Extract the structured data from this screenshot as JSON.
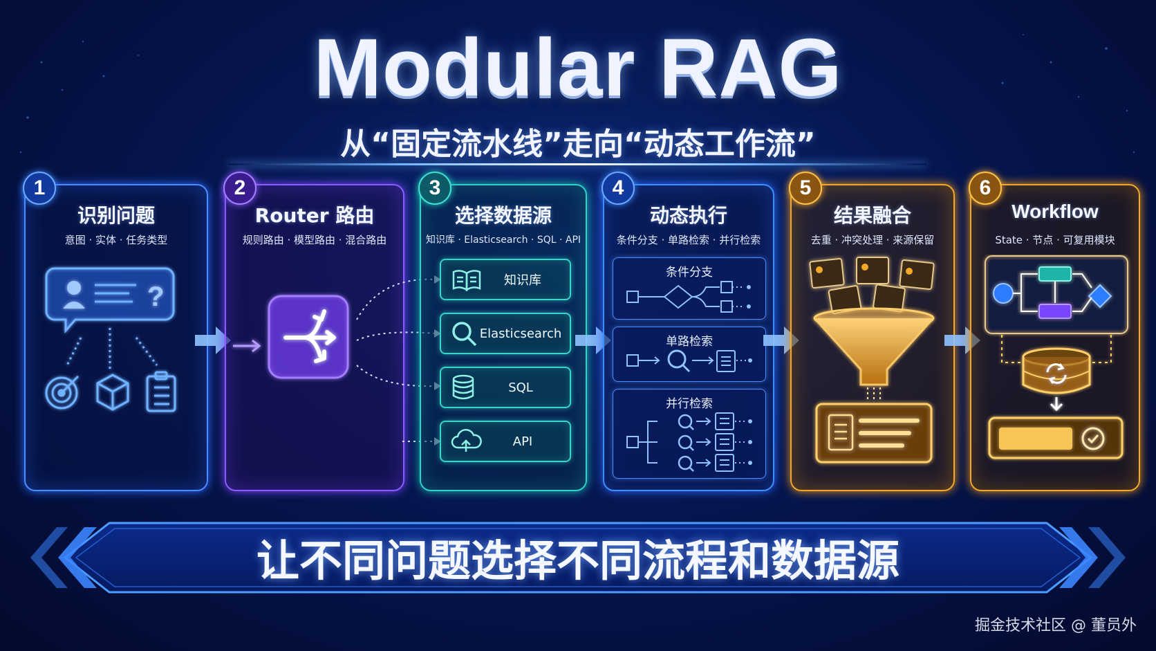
{
  "header": {
    "title": "Modular RAG",
    "subtitle": "从“固定流水线”走向“动态工作流”"
  },
  "steps": [
    {
      "number": "1",
      "title": "识别问题",
      "subtitle": "意图 · 实体 · 任务类型"
    },
    {
      "number": "2",
      "title": "Router 路由",
      "subtitle": "规则路由 · 模型路由 · 混合路由"
    },
    {
      "number": "3",
      "title": "选择数据源",
      "subtitle": "知识库 · Elasticsearch · SQL · API",
      "sources": [
        "知识库",
        "Elasticsearch",
        "SQL",
        "API"
      ]
    },
    {
      "number": "4",
      "title": "动态执行",
      "subtitle": "条件分支 · 单路检索 · 并行检索",
      "modes": [
        "条件分支",
        "单路检索",
        "并行检索"
      ]
    },
    {
      "number": "5",
      "title": "结果融合",
      "subtitle": "去重 · 冲突处理 · 来源保留"
    },
    {
      "number": "6",
      "title": "Workflow",
      "subtitle": "State · 节点 · 可复用模块"
    }
  ],
  "banner": {
    "text": "让不同问题选择不同流程和数据源"
  },
  "watermark": "掘金技术社区 @ 董员外",
  "colors": {
    "step1": "#4a8dff",
    "step2": "#8a5cff",
    "step3": "#2fd3c7",
    "step4": "#3d8fff",
    "step5": "#f3a82a",
    "step6": "#f3a82a",
    "background": "#061650"
  }
}
